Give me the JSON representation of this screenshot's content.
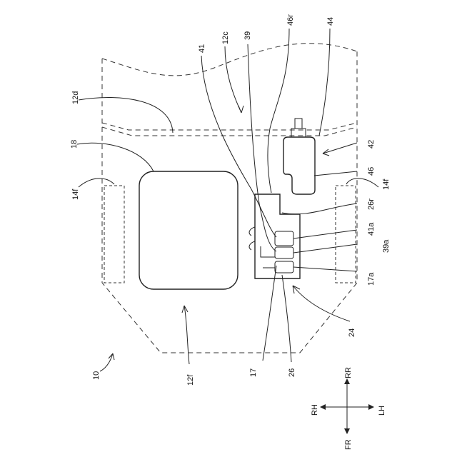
{
  "labels": {
    "l10": "10",
    "l12c": "12c",
    "l12d": "12d",
    "l12f": "12f",
    "l14f_left": "14f",
    "l14f_right": "14f",
    "l17": "17",
    "l17a": "17a",
    "l18": "18",
    "l24": "24",
    "l26": "26",
    "l26r": "26r",
    "l39": "39",
    "l39a": "39a",
    "l41": "41",
    "l41a": "41a",
    "l42": "42",
    "l44": "44",
    "l46": "46",
    "l46r": "46r"
  },
  "directions": {
    "rr": "RR",
    "fr": "FR",
    "rh": "RH",
    "lh": "LH"
  }
}
